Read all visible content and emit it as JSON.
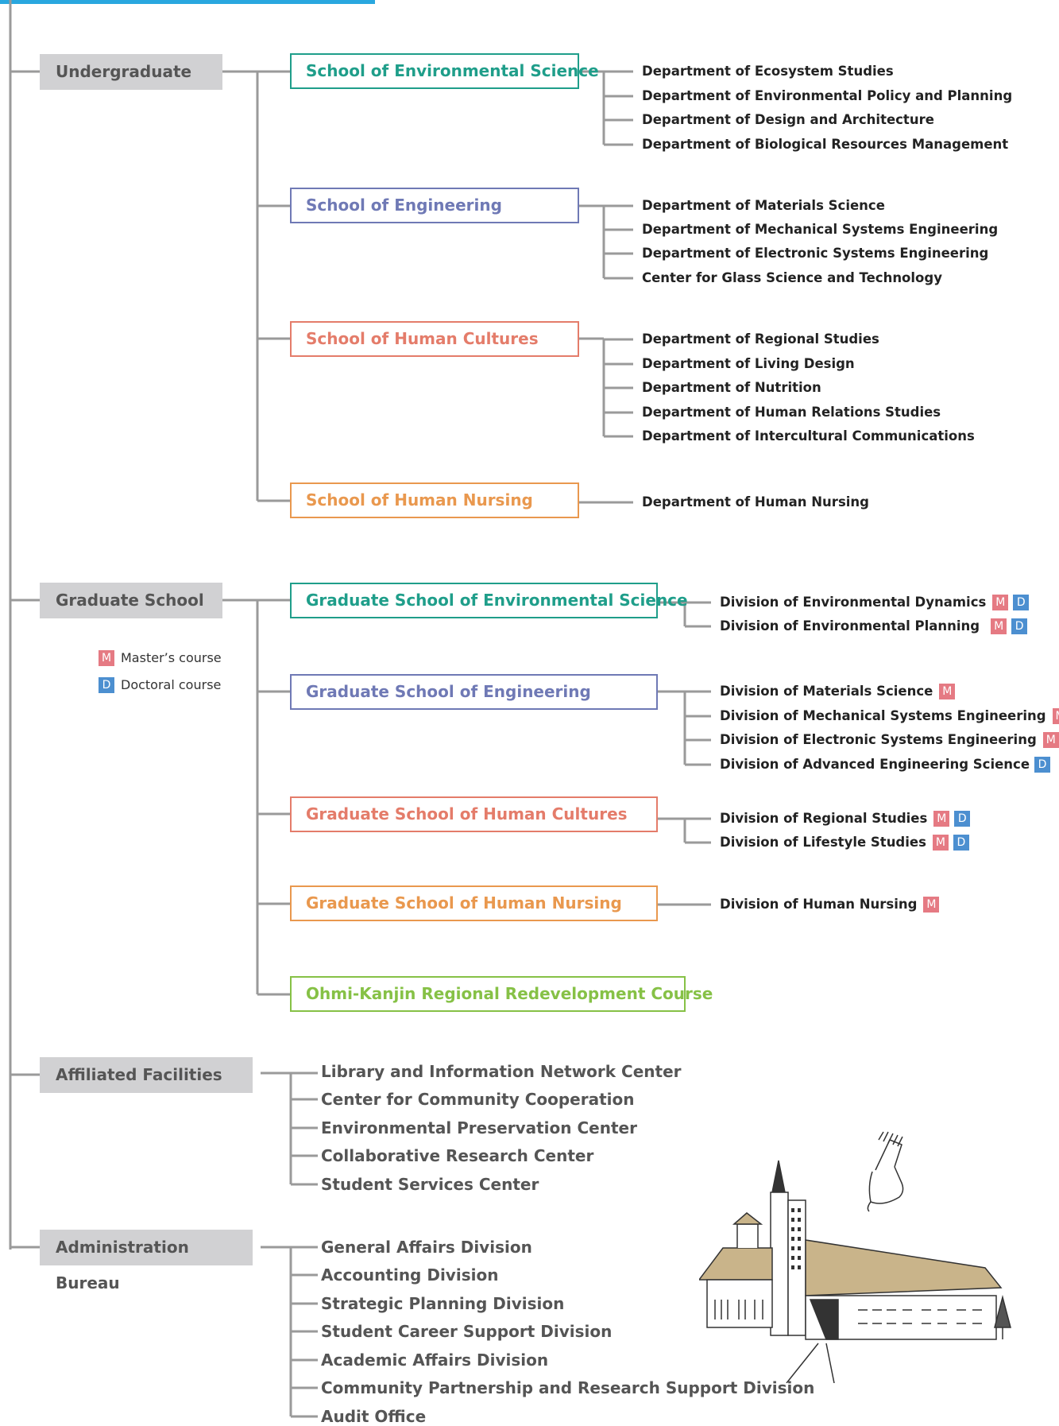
{
  "colors": {
    "accent_bar": "#29a7df",
    "environmental": "#1f9e8a",
    "engineering": "#6f79b5",
    "cultures": "#e47c6a",
    "nursing": "#e9984e",
    "ohmi": "#86c146",
    "line": "#9a9a9a",
    "master_badge": "#e57a83",
    "doctor_badge": "#4c8fd0",
    "category_bg": "#d1d1d3"
  },
  "categories": [
    "Undergraduate",
    "Graduate School",
    "Affiliated Facilities",
    "Administration Bureau"
  ],
  "undergraduate": {
    "schools": [
      {
        "name": "School of Environmental Science",
        "color": "#1f9e8a",
        "departments": [
          "Department of Ecosystem Studies",
          "Department of Environmental Policy and Planning",
          "Department of Design and Architecture",
          "Department of Biological Resources Management"
        ]
      },
      {
        "name": "School of Engineering",
        "color": "#6f79b5",
        "departments": [
          "Department of Materials Science",
          "Department of Mechanical Systems Engineering",
          "Department of Electronic Systems Engineering",
          "Center for Glass Science and Technology"
        ]
      },
      {
        "name": "School of Human Cultures",
        "color": "#e47c6a",
        "departments": [
          "Department of Regional Studies",
          "Department of Living Design",
          "Department of Nutrition",
          "Department of Human Relations  Studies",
          "Department of Intercultural Communications"
        ]
      },
      {
        "name": "School of Human Nursing",
        "color": "#e9984e",
        "departments": [
          "Department of Human Nursing"
        ]
      }
    ]
  },
  "graduate": {
    "schools": [
      {
        "name": "Graduate School of Environmental Science",
        "color": "#1f9e8a",
        "divisions": [
          {
            "name": "Division of Environmental Dynamics",
            "badges": [
              "M",
              "D"
            ]
          },
          {
            "name": "Division of Environmental Planning",
            "badges": [
              "M",
              "D"
            ]
          }
        ]
      },
      {
        "name": "Graduate School of Engineering",
        "color": "#6f79b5",
        "divisions": [
          {
            "name": "Division of Materials Science",
            "badges": [
              "M"
            ]
          },
          {
            "name": "Division of Mechanical Systems Engineering",
            "badges": [
              "M"
            ]
          },
          {
            "name": "Division of Electronic Systems Engineering",
            "badges": [
              "M"
            ]
          },
          {
            "name": "Division of Advanced Engineering Science",
            "badges": [
              "D"
            ]
          }
        ]
      },
      {
        "name": "Graduate School of Human Cultures",
        "color": "#e47c6a",
        "divisions": [
          {
            "name": "Division of Regional Studies",
            "badges": [
              "M",
              "D"
            ]
          },
          {
            "name": "Division of Lifestyle Studies",
            "badges": [
              "M",
              "D"
            ]
          }
        ]
      },
      {
        "name": "Graduate School of Human Nursing",
        "color": "#e9984e",
        "divisions": [
          {
            "name": "Division of Human Nursing",
            "badges": [
              "M"
            ]
          }
        ]
      },
      {
        "name": "Ohmi-Kanjin Regional Redevelopment Course",
        "color": "#86c146",
        "divisions": []
      }
    ]
  },
  "legend": [
    {
      "badge": "M",
      "label": "Master’s course"
    },
    {
      "badge": "D",
      "label": "Doctoral course"
    }
  ],
  "affiliated": [
    "Library and Information Network Center",
    "Center for Community Cooperation",
    "Environmental Preservation Center",
    "Collaborative Research Center",
    "Student Services Center"
  ],
  "administration": [
    "General Affairs Division",
    "Accounting Division",
    "Strategic Planning Division",
    "Student Career Support Division",
    "Academic Affairs Division",
    "Community Partnership and Research Support Division",
    "Audit Office"
  ],
  "illustration": "campus-building-illustration"
}
